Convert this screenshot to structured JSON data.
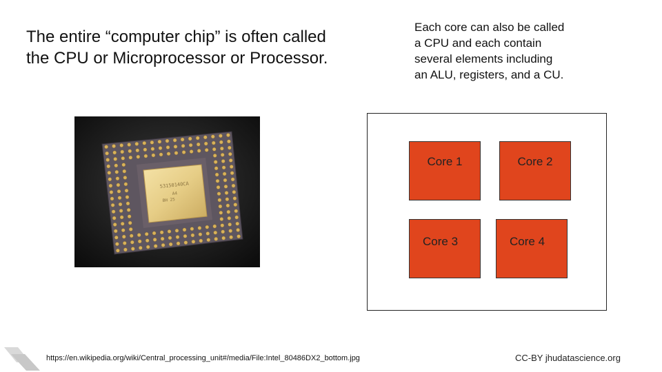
{
  "slide": {
    "heading": "The entire “computer chip” is often called the CPU or Microprocessor or Processor.",
    "side_text": "Each core can also be called a CPU and each contain several elements including an ALU, registers, and a CU.",
    "chip_marking": {
      "line1": "53150140CA",
      "line2": "A4",
      "line3": "BH     25"
    },
    "cores": [
      {
        "label": "Core 1"
      },
      {
        "label": "Core 2"
      },
      {
        "label": "Core 3"
      },
      {
        "label": "Core 4"
      }
    ],
    "core_color": "#e0451d",
    "source_url": "https://en.wikipedia.org/wiki/Central_processing_unit#/media/File:Intel_80486DX2_bottom.jpg",
    "credit": "CC-BY jhudatascience.org"
  }
}
